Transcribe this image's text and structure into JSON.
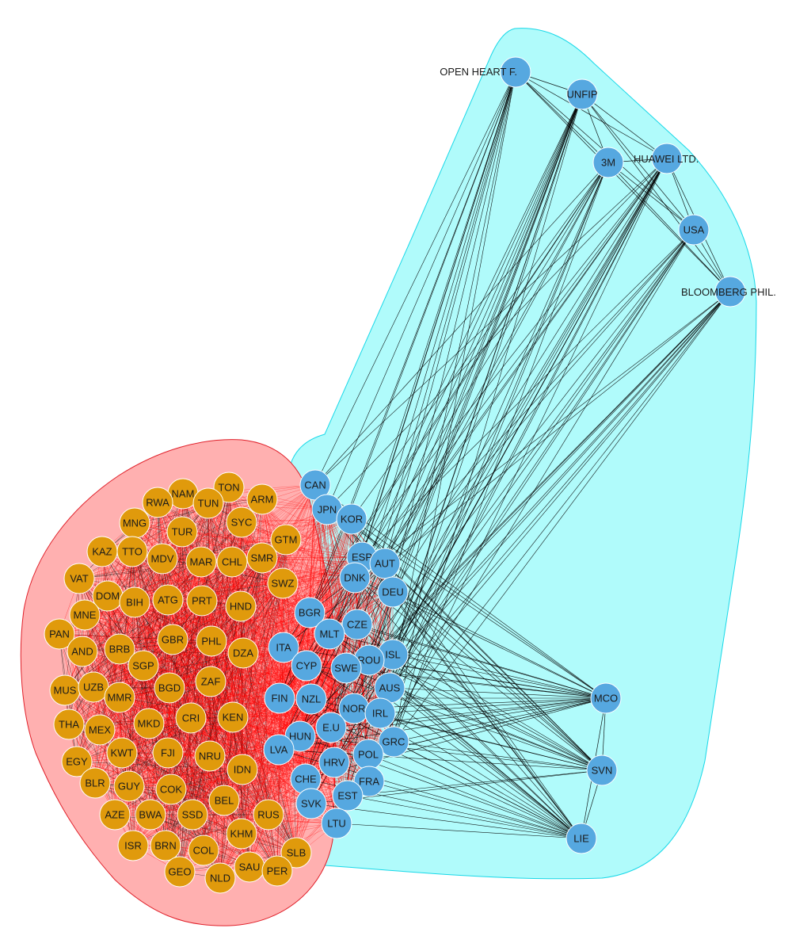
{
  "colors": {
    "group_a_fill": "#ffb0b0",
    "group_a_stroke": "#e0202a",
    "group_b_fill": "#b0fbfb",
    "group_b_stroke": "#18d8e8",
    "group_a_node": "#e09a0c",
    "group_b_node": "#56a8e0",
    "node_outline": "#ffffff",
    "edge_internal": "#ff0000",
    "edge_cross": "#000000",
    "label": "#1a1a1a"
  },
  "groups": {
    "a": [
      "TON",
      "NAM",
      "ARM",
      "RWA",
      "TUN",
      "SYC",
      "MNG",
      "TUR",
      "GTM",
      "KAZ",
      "TTO",
      "MDV",
      "MAR",
      "CHL",
      "SMR",
      "VAT",
      "DOM",
      "BIH",
      "ATG",
      "PRT",
      "SWZ",
      "MNE",
      "HND",
      "PAN",
      "BRB",
      "GBR",
      "PHL",
      "DZA",
      "AND",
      "SGP",
      "MUS",
      "UZB",
      "BGD",
      "ZAF",
      "MMR",
      "THA",
      "MEX",
      "MKD",
      "CRI",
      "KEN",
      "KWT",
      "FJI",
      "NRU",
      "IDN",
      "EGY",
      "BLR",
      "GUY",
      "COK",
      "AZE",
      "BWA",
      "SSD",
      "BEL",
      "RUS",
      "ISR",
      "BRN",
      "KHM",
      "COL",
      "SLB",
      "GEO",
      "NLD",
      "SAU",
      "PER"
    ],
    "b": [
      "CAN",
      "JPN",
      "KOR",
      "ESP",
      "AUT",
      "DNK",
      "DEU",
      "BGR",
      "CZE",
      "MLT",
      "ITA",
      "ISL",
      "ROU",
      "SWE",
      "CYP",
      "AUS",
      "FIN",
      "NZL",
      "NOR",
      "E.U",
      "IRL",
      "HUN",
      "LVA",
      "GRC",
      "POL",
      "HRV",
      "CHE",
      "FRA",
      "EST",
      "SVK",
      "LTU",
      "MCO",
      "SVN",
      "LIE",
      "OPEN HEART F.",
      "UNFIP",
      "3M",
      "HUAWEI LTD.",
      "USA",
      "BLOOMBERG PHIL."
    ]
  },
  "external_labels": [
    "OPEN HEART F.",
    "HUAWEI LTD.",
    "BLOOMBERG PHIL."
  ],
  "hub_nodes": [
    "OPEN HEART F.",
    "UNFIP",
    "3M",
    "HUAWEI LTD.",
    "USA",
    "BLOOMBERG PHIL.",
    "MCO",
    "SVN",
    "LIE"
  ]
}
